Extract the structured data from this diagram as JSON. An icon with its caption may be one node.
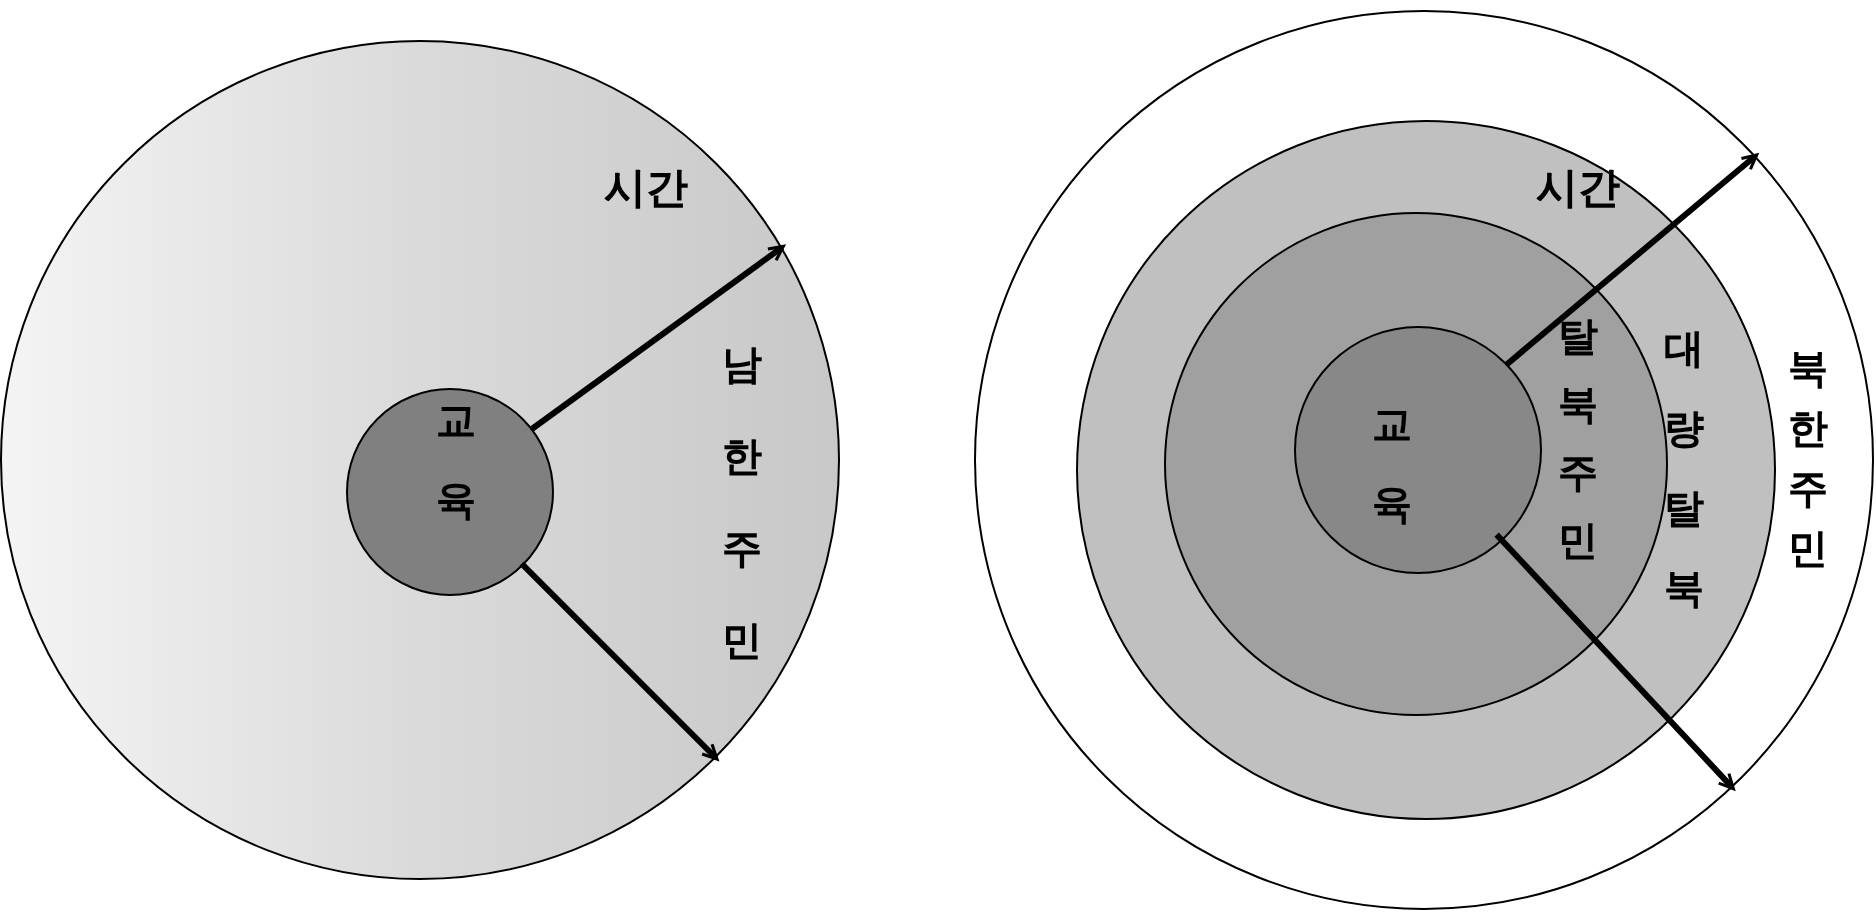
{
  "diagram": {
    "nodes": [
      {
        "text": [
          "남한주민"
        ]
      },
      {
        "text": [
          "교육"
        ],
        "in": 0
      },
      {
        "text": [
          "북한주민"
        ]
      },
      {
        "text": [
          "대량탈북"
        ],
        "in": 2
      },
      {
        "text": [
          "탈북주민"
        ],
        "in": 3
      },
      {
        "text": [
          "교육"
        ],
        "in": 4
      }
    ],
    "edges": [
      {
        "from": 1,
        "to": 0,
        "arrow": "to",
        "label": "시간"
      },
      {
        "from": 1,
        "to": 0,
        "arrow": "to"
      },
      {
        "from": 5,
        "to": 2,
        "arrow": "to",
        "label": "시간"
      },
      {
        "from": 5,
        "to": 2,
        "arrow": "to"
      }
    ]
  }
}
